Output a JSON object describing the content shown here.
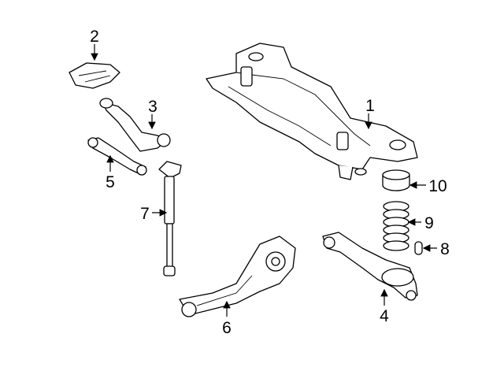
{
  "diagram": {
    "title": "Rear suspension parts diagram",
    "callouts": [
      {
        "id": "1",
        "label": "1",
        "part": "crossmember"
      },
      {
        "id": "2",
        "label": "2",
        "part": "bracket"
      },
      {
        "id": "3",
        "label": "3",
        "part": "upper-control-arm"
      },
      {
        "id": "4",
        "label": "4",
        "part": "lower-control-arm"
      },
      {
        "id": "5",
        "label": "5",
        "part": "lateral-link"
      },
      {
        "id": "6",
        "label": "6",
        "part": "trailing-arm-knuckle"
      },
      {
        "id": "7",
        "label": "7",
        "part": "shock-absorber"
      },
      {
        "id": "8",
        "label": "8",
        "part": "bump-stop"
      },
      {
        "id": "9",
        "label": "9",
        "part": "coil-spring"
      },
      {
        "id": "10",
        "label": "10",
        "part": "spring-insulator"
      }
    ]
  }
}
